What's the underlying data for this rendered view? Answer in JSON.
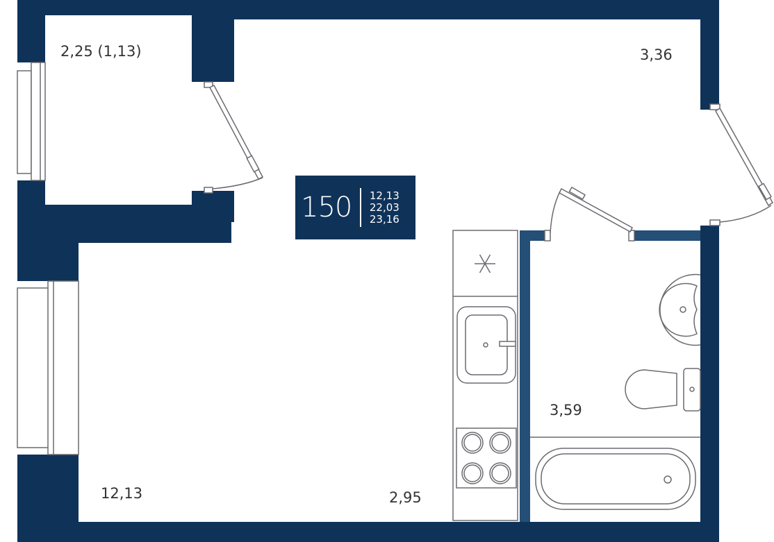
{
  "colors": {
    "outer_wall": "#0f3259",
    "inner_wall": "#244f76",
    "fixture_line": "#6b6b70"
  },
  "apartment": {
    "number": "150",
    "areas": [
      "12,13",
      "22,03",
      "23,16"
    ]
  },
  "rooms": {
    "balcony": "2,25 (1,13)",
    "hallway": "3,36",
    "living_room": "12,13",
    "kitchen": "2,95",
    "bathroom": "3,59"
  }
}
